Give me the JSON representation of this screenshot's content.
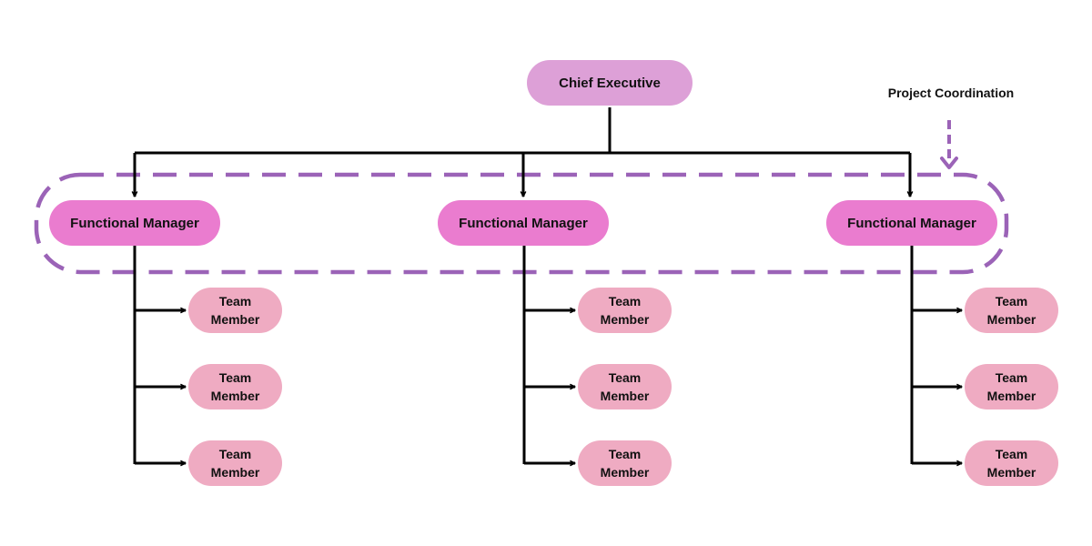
{
  "chief_executive": {
    "label": "Chief Executive"
  },
  "functional_managers": [
    {
      "label": "Functional Manager",
      "team_members": [
        "Team Member",
        "Team Member",
        "Team Member"
      ]
    },
    {
      "label": "Functional Manager",
      "team_members": [
        "Team Member",
        "Team Member",
        "Team Member"
      ]
    },
    {
      "label": "Functional Manager",
      "team_members": [
        "Team Member",
        "Team Member",
        "Team Member"
      ]
    }
  ],
  "project_coordination": {
    "label": "Project Coordination"
  },
  "colors": {
    "chief_executive_fill": "#dda0d7",
    "functional_manager_fill": "#ea7ccf",
    "team_member_fill": "#efabc2",
    "coordination_dash": "#9b63b7",
    "connector": "#000000"
  }
}
